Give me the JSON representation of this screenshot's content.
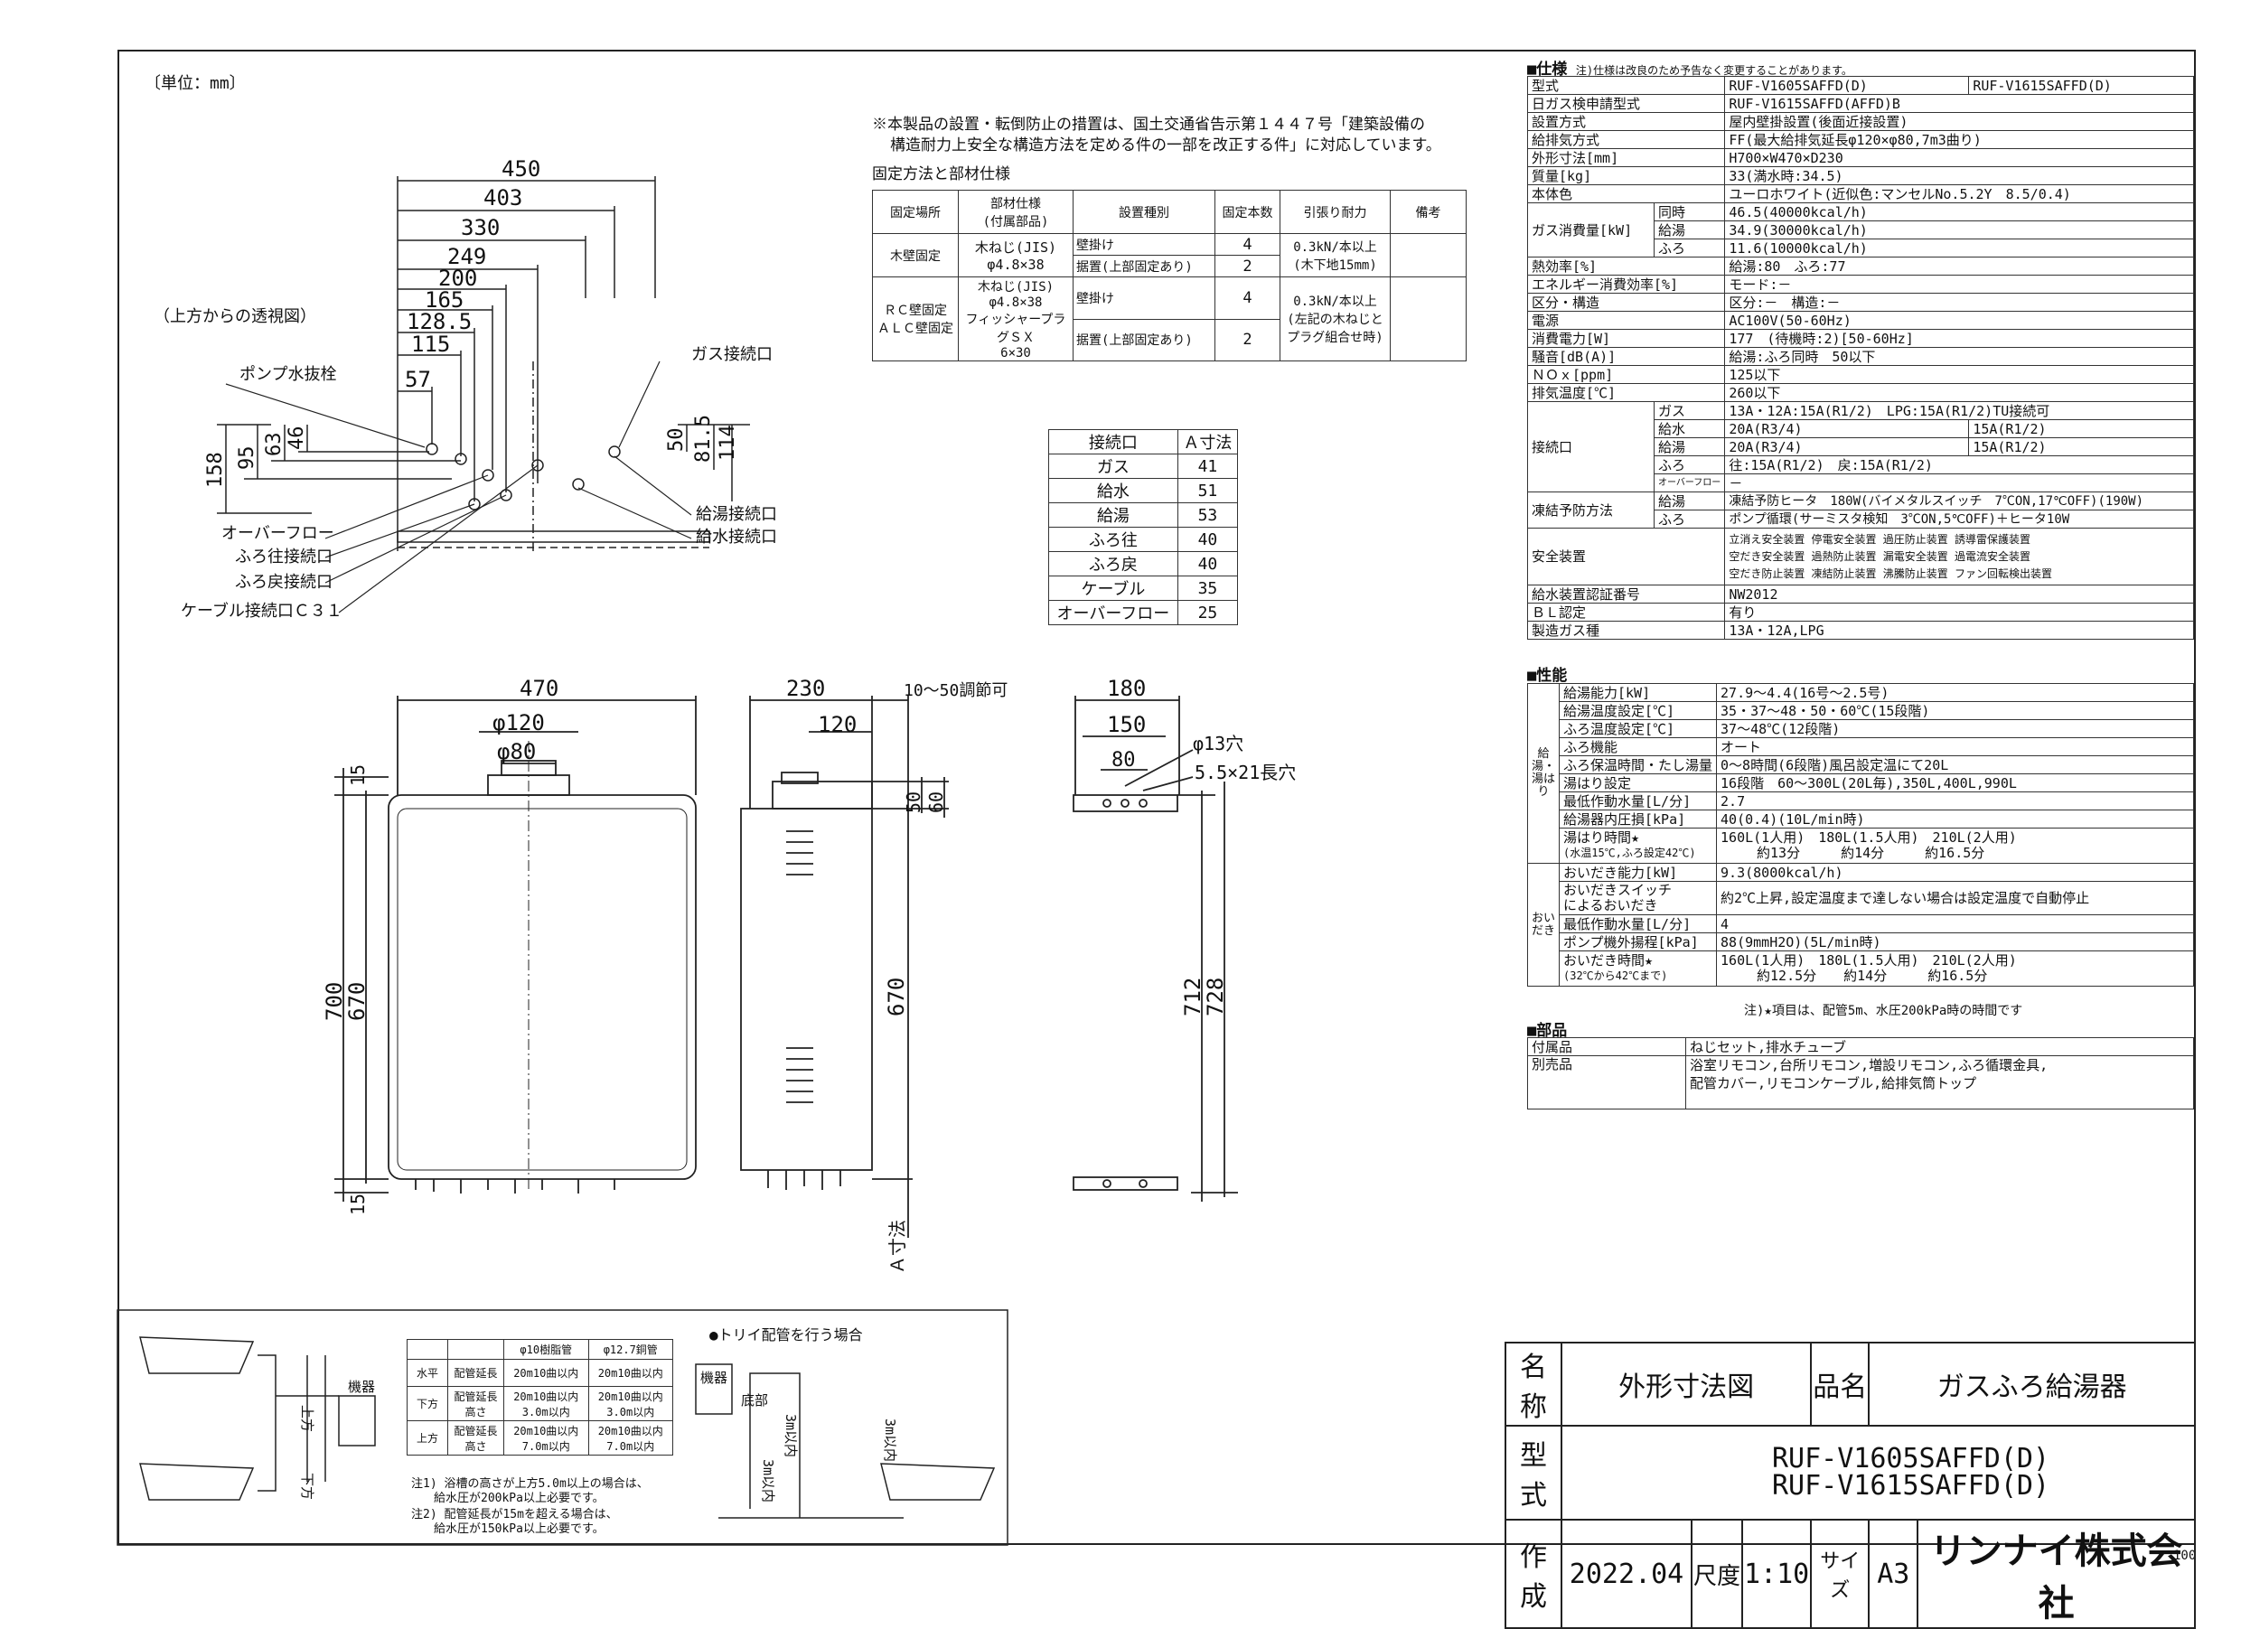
{
  "unit_label": "〔単位：mm〕",
  "top_view_label": "（上方からの透視図）",
  "notice_line1": "※本製品の設置・転倒防止の措置は、国土交通省告示第１４４７号「建築設備の",
  "notice_line2": "構造耐力上安全な構造方法を定める件の一部を改正する件」に対応しています。",
  "fixing": {
    "title": "固定方法と部材仕様",
    "headers": [
      "固定場所",
      "部材仕様\n(付属部品)",
      "設置種別",
      "固定本数",
      "引張り耐力",
      "備考"
    ],
    "rows": [
      {
        "place": "木壁固定",
        "member": "木ねじ(JIS)\nφ4.8×38",
        "kind1": "壁掛け",
        "kind2": "据置(上部固定あり)",
        "n1": "4",
        "n2": "2",
        "force": "0.3kN/本以上\n(木下地15mm)"
      },
      {
        "place": "ＲＣ壁固定\nＡＬＣ壁固定",
        "member": "木ねじ(JIS)\nφ4.8×38\nフィッシャープラグＳＸ\n6×30",
        "kind1": "壁掛け",
        "kind2": "据置(上部固定あり)",
        "n1": "4",
        "n2": "2",
        "force": "0.3kN/本以上\n(左記の木ねじと\nプラグ組合せ時)"
      }
    ]
  },
  "dim_a_table": {
    "headers": [
      "接続口",
      "Ａ寸法"
    ],
    "rows": [
      [
        "ガス",
        "41"
      ],
      [
        "給水",
        "51"
      ],
      [
        "給湯",
        "53"
      ],
      [
        "ふろ往",
        "40"
      ],
      [
        "ふろ戻",
        "40"
      ],
      [
        "ケーブル",
        "35"
      ],
      [
        "オーバーフロー",
        "25"
      ]
    ]
  },
  "top_labels": {
    "pump_drain": "ポンプ水抜栓",
    "gas": "ガス接続口",
    "overflow": "オーバーフロー",
    "bath_out": "ふろ往接続口",
    "bath_ret": "ふろ戻接続口",
    "cable": "ケーブル接続口Ｃ３１",
    "hot": "給湯接続口",
    "water": "給水接続口"
  },
  "top_dims": [
    "450",
    "403",
    "330",
    "249",
    "200",
    "165",
    "128.5",
    "115",
    "57"
  ],
  "top_vdims": [
    "158",
    "95",
    "63",
    "46",
    "50",
    "81.5",
    "114"
  ],
  "front_dims": {
    "w": "470",
    "d120": "φ120",
    "d80": "φ80",
    "h700": "700",
    "h670": "670",
    "t15": "15",
    "b15": "15"
  },
  "side_dims": {
    "w": "230",
    "w2": "120",
    "adj": "10～50調節可",
    "v50": "50",
    "v60": "60",
    "v670": "670",
    "a": "Ａ寸法"
  },
  "bracket_dims": {
    "w180": "180",
    "w150": "150",
    "w80": "80",
    "hole": "φ13穴",
    "slot": "5.5×21長穴",
    "v712": "712",
    "v728": "728"
  },
  "spec_title": "■仕様",
  "spec_note": "注)仕様は改良のため予告なく変更することがあります。",
  "spec": {
    "model_label": "型式",
    "model_a": "RUF-V1605SAFFD(D)",
    "model_b": "RUF-V1615SAFFD(D)",
    "gas_label": "日ガス検申請型式",
    "gas_val": "RUF-V1615SAFFD(AFFD)B",
    "inst_label": "設置方式",
    "inst_val": "屋内壁掛設置(後面近接設置)",
    "exh_label": "給排気方式",
    "exh_val": "FF(最大給排気延長φ120×φ80,7m3曲り)",
    "size_label": "外形寸法[mm]",
    "size_val": "H700×W470×D230",
    "mass_label": "質量[kg]",
    "mass_val": "33(満水時:34.5)",
    "color_label": "本体色",
    "color_val": "ユーロホワイト(近似色:マンセルNo.5.2Y　8.5/0.4)",
    "cons_label": "ガス消費量[kW]",
    "cons_rows": [
      [
        "同時",
        "46.5(40000kcal/h)"
      ],
      [
        "給湯",
        "34.9(30000kcal/h)"
      ],
      [
        "ふろ",
        "11.6(10000kcal/h)"
      ]
    ],
    "eff_label": "熱効率[%]",
    "eff_val": "給湯:80　ふろ:77",
    "energy_label": "エネルギー消費効率[%]",
    "energy_val": "モード:－",
    "class_label": "区分・構造",
    "class_val": "区分:－　構造:－",
    "power_label": "電源",
    "power_val": "AC100V(50-60Hz)",
    "watt_label": "消費電力[W]",
    "watt_val": "177　(待機時:2)[50-60Hz]",
    "noise_label": "騒音[dB(A)]",
    "noise_val": "給湯:ふろ同時　50以下",
    "nox_label": "ＮＯｘ[ppm]",
    "nox_val": "125以下",
    "exht_label": "排気温度[℃]",
    "exht_val": "260以下",
    "conn_label": "接続口",
    "conn_rows": [
      [
        "ガス",
        "13A・12A:15A(R1/2)　LPG:15A(R1/2)TU接続可",
        ""
      ],
      [
        "給水",
        "20A(R3/4)",
        "15A(R1/2)"
      ],
      [
        "給湯",
        "20A(R3/4)",
        "15A(R1/2)"
      ],
      [
        "ふろ",
        "往:15A(R1/2)　戻:15A(R1/2)",
        ""
      ],
      [
        "オーバーフロー",
        "－",
        ""
      ]
    ],
    "freeze_label": "凍結予防方法",
    "freeze_rows": [
      [
        "給湯",
        "凍結予防ヒータ　180W(バイメタルスイッチ　7℃ON,17℃OFF)(190W)"
      ],
      [
        "ふろ",
        "ポンプ循環(サーミスタ検知　3℃ON,5℃OFF)＋ヒータ10W"
      ]
    ],
    "safety_label": "安全装置",
    "safety_lines": [
      "立消え安全装置 停電安全装置 過圧防止装置 誘導雷保護装置",
      "空だき安全装置 過熱防止装置 漏電安全装置 過電流安全装置",
      "空だき防止装置 凍結防止装置 沸騰防止装置 ファン回転検出装置"
    ],
    "nw_label": "給水装置認証番号",
    "nw_val": "NW2012",
    "bl_label": "ＢＬ認定",
    "bl_val": "有り",
    "mfg_label": "製造ガス種",
    "mfg_val": "13A・12A,LPG"
  },
  "perf_title": "■性能",
  "perf": {
    "kyuto_group": "給湯・湯はり",
    "kyuto_rows": [
      [
        "給湯能力[kW]",
        "27.9～4.4(16号～2.5号)"
      ],
      [
        "給湯温度設定[℃]",
        "35・37～48・50・60℃(15段階)"
      ],
      [
        "ふろ温度設定[℃]",
        "37～48℃(12段階)"
      ],
      [
        "ふろ機能",
        "オート"
      ],
      [
        "ふろ保温時間・たし湯量",
        "0～8時間(6段階)風呂設定温にて20L"
      ],
      [
        "湯はり設定",
        "16段階　60～300L(20L毎),350L,400L,990L"
      ],
      [
        "最低作動水量[L/分]",
        "2.7"
      ],
      [
        "給湯器内圧損[kPa]",
        "40(0.4)(10L/min時)"
      ]
    ],
    "yuhari_label": "湯はり時間★",
    "yuhari_sub": "(水温15℃,ふろ設定42℃)",
    "yuhari_top": "160L(1人用)　180L(1.5人用)　210L(2人用)",
    "yuhari_bot": "約13分　　　約14分　　　約16.5分",
    "oidaki_group": "おいだき",
    "oidaki_rows": [
      [
        "おいだき能力[kW]",
        "9.3(8000kcal/h)"
      ]
    ],
    "switch_label1": "おいだきスイッチ",
    "switch_label2": "によるおいだき",
    "switch_val": "約2℃上昇,設定温度まで達しない場合は設定温度で自動停止",
    "oidaki_rows2": [
      [
        "最低作動水量[L/分]",
        "4"
      ],
      [
        "ポンプ機外揚程[kPa]",
        "88(9mmH2O)(5L/min時)"
      ]
    ],
    "oidaki_time_label": "おいだき時間★",
    "oidaki_time_sub": "(32℃から42℃まで)",
    "oidaki_time_top": "160L(1人用)　180L(1.5人用)　210L(2人用)",
    "oidaki_time_bot": "約12.5分　　約14分　　　約16.5分",
    "note": "注)★項目は、配管5m、水圧200kPa時の時間です"
  },
  "parts_title": "■部品",
  "parts": {
    "acc_label": "付属品",
    "acc_val": "ねじセット,排水チューブ",
    "sep_label": "別売品",
    "sep_val1": "浴室リモコン,台所リモコン,増設リモコン,ふろ循環金具,",
    "sep_val2": "配管カバー,リモコンケーブル,給排気筒トップ"
  },
  "piping": {
    "kiki": "機器",
    "ue": "上方",
    "shita": "下方",
    "headers": [
      "",
      "",
      "φ10樹脂管",
      "φ12.7銅管"
    ],
    "rows": [
      [
        "水平",
        "配管延長",
        "20m10曲以内",
        "20m10曲以内"
      ],
      [
        "下方",
        "配管延長\n高さ",
        "20m10曲以内\n3.0m以内",
        "20m10曲以内\n3.0m以内"
      ],
      [
        "上方",
        "配管延長\n高さ",
        "20m10曲以内\n7.0m以内",
        "20m10曲以内\n7.0m以内"
      ]
    ],
    "note1a": "注1) 浴槽の高さが上方5.0m以上の場合は、",
    "note1b": "給水圧が200kPa以上必要です。",
    "note2a": "注2) 配管延長が15mを超える場合は、",
    "note2b": "給水圧が150kPa以上必要です。",
    "trap_title": "●トリイ配管を行う場合",
    "trap_kiki": "機器",
    "trap_bottom": "底部",
    "trap_3m": "3m以内"
  },
  "titleblock": {
    "name_label": "名称",
    "name_val": "外形寸法図",
    "product_label": "品名",
    "product_val": "ガスふろ給湯器",
    "model_label": "型式",
    "model1": "RUF-V1605SAFFD(D)",
    "model2": "RUF-V1615SAFFD(D)",
    "date_label": "作成",
    "date_val": "2022.04",
    "scale_label": "尺度",
    "scale_val": "1:10",
    "size_label": "サイズ",
    "size_val": "A3",
    "company": "リンナイ株式会社"
  },
  "page_no": "100"
}
